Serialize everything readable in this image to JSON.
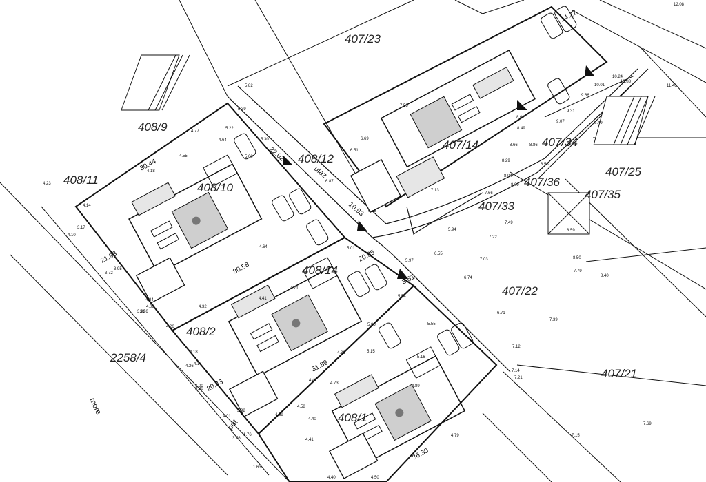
{
  "parcels": [
    "407/23",
    "408/9",
    "408/11",
    "408/12",
    "407/14",
    "408/10",
    "407/34",
    "407/25",
    "407/36",
    "407/35",
    "407/33",
    "408/14",
    "408/2",
    "407/22",
    "2258/4",
    "407/21",
    "408/1"
  ],
  "streets": [
    "ulaz",
    "more",
    "put"
  ],
  "dimensions": [
    "14.27",
    "30.44",
    "22.02",
    "10.93",
    "21.93",
    "30.58",
    "20.35",
    "3.51",
    "31.89",
    "36.30",
    "20.43"
  ],
  "elevations": [
    "5.82",
    "5.39",
    "5.22",
    "4.77",
    "4.64",
    "4.55",
    "4.18",
    "4.23",
    "4.14",
    "4.10",
    "3.17",
    "3.72",
    "3.95",
    "3.92",
    "4.18",
    "4.06",
    "4.24",
    "3.90",
    "4.26",
    "4.32",
    "4.64",
    "4.71",
    "4.41",
    "5.01",
    "5.06",
    "4.81",
    "4.47",
    "4.40",
    "4.58",
    "4.73",
    "4.89",
    "5.15",
    "5.16",
    "5.55",
    "5.54",
    "5.97",
    "6.55",
    "6.58",
    "6.69",
    "6.51",
    "6.87",
    "7.13",
    "7.14",
    "7.21",
    "7.12",
    "7.22",
    "7.03",
    "6.74",
    "6.71",
    "7.39",
    "7.49",
    "7.66",
    "7.58",
    "7.79",
    "7.69",
    "7.15",
    "8.04",
    "8.49",
    "8.61",
    "8.66",
    "8.09",
    "8.29",
    "8.58",
    "8.86",
    "8.50",
    "8.40",
    "8.59",
    "9.07",
    "9.31",
    "9.49",
    "9.66",
    "10.01",
    "10.24",
    "10.83",
    "11.46",
    "12.08",
    "4.79",
    "4.41",
    "4.40",
    "4.50",
    "4.29",
    "4.01",
    "3.92",
    "3.76",
    "1.76",
    "1.63",
    "4.00",
    "4.14",
    "4.26",
    "3.96",
    "5.30",
    "5.00",
    "5.94"
  ]
}
